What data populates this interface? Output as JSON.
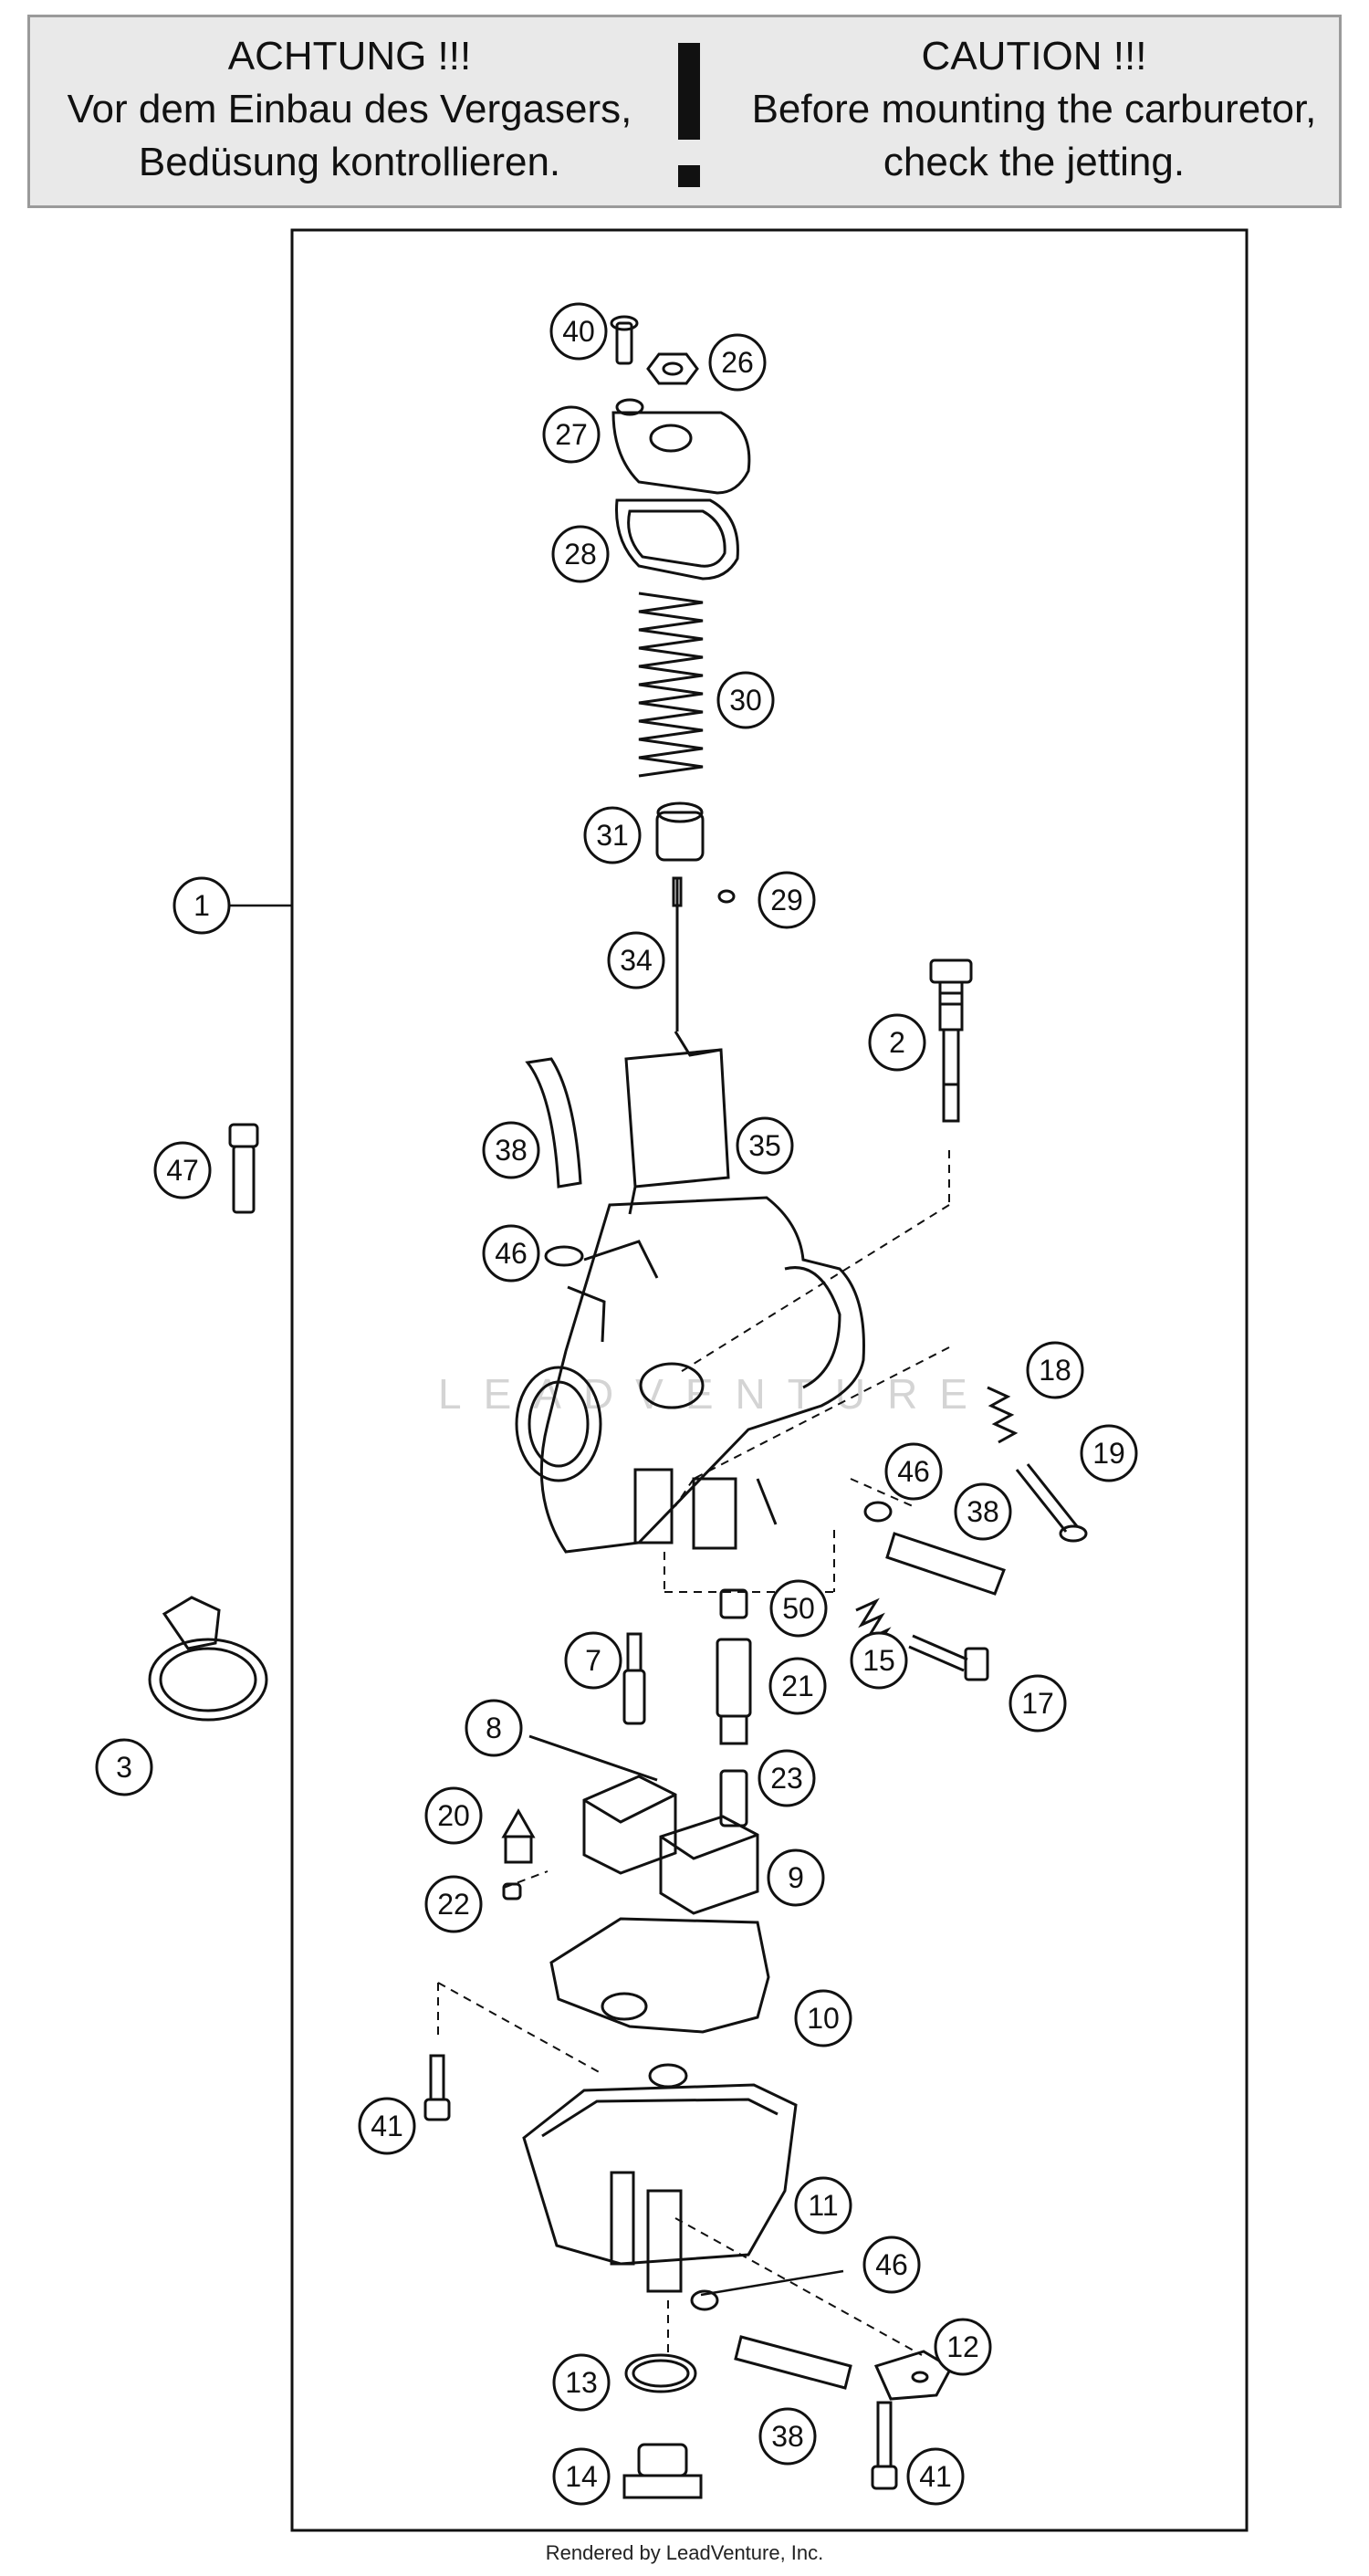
{
  "banner": {
    "de_title": "ACHTUNG !!!",
    "de_line1": "Vor dem Einbau des Vergasers,",
    "de_line2": "Bedüsung kontrollieren.",
    "en_title": "CAUTION !!!",
    "en_line1": "Before mounting the carburetor,",
    "en_line2": "check the jetting."
  },
  "watermark": "LEADVENTURE",
  "footer": "Rendered by LeadVenture, Inc.",
  "callouts": [
    {
      "n": "1"
    },
    {
      "n": "2"
    },
    {
      "n": "3"
    },
    {
      "n": "7"
    },
    {
      "n": "8"
    },
    {
      "n": "9"
    },
    {
      "n": "10"
    },
    {
      "n": "11"
    },
    {
      "n": "12"
    },
    {
      "n": "13"
    },
    {
      "n": "14"
    },
    {
      "n": "15"
    },
    {
      "n": "17"
    },
    {
      "n": "18"
    },
    {
      "n": "19"
    },
    {
      "n": "20"
    },
    {
      "n": "21"
    },
    {
      "n": "22"
    },
    {
      "n": "23"
    },
    {
      "n": "26"
    },
    {
      "n": "27"
    },
    {
      "n": "28"
    },
    {
      "n": "29"
    },
    {
      "n": "30"
    },
    {
      "n": "31"
    },
    {
      "n": "34"
    },
    {
      "n": "35"
    },
    {
      "n": "38"
    },
    {
      "n": "38"
    },
    {
      "n": "38"
    },
    {
      "n": "40"
    },
    {
      "n": "41"
    },
    {
      "n": "41"
    },
    {
      "n": "46"
    },
    {
      "n": "46"
    },
    {
      "n": "46"
    },
    {
      "n": "47"
    },
    {
      "n": "50"
    }
  ]
}
